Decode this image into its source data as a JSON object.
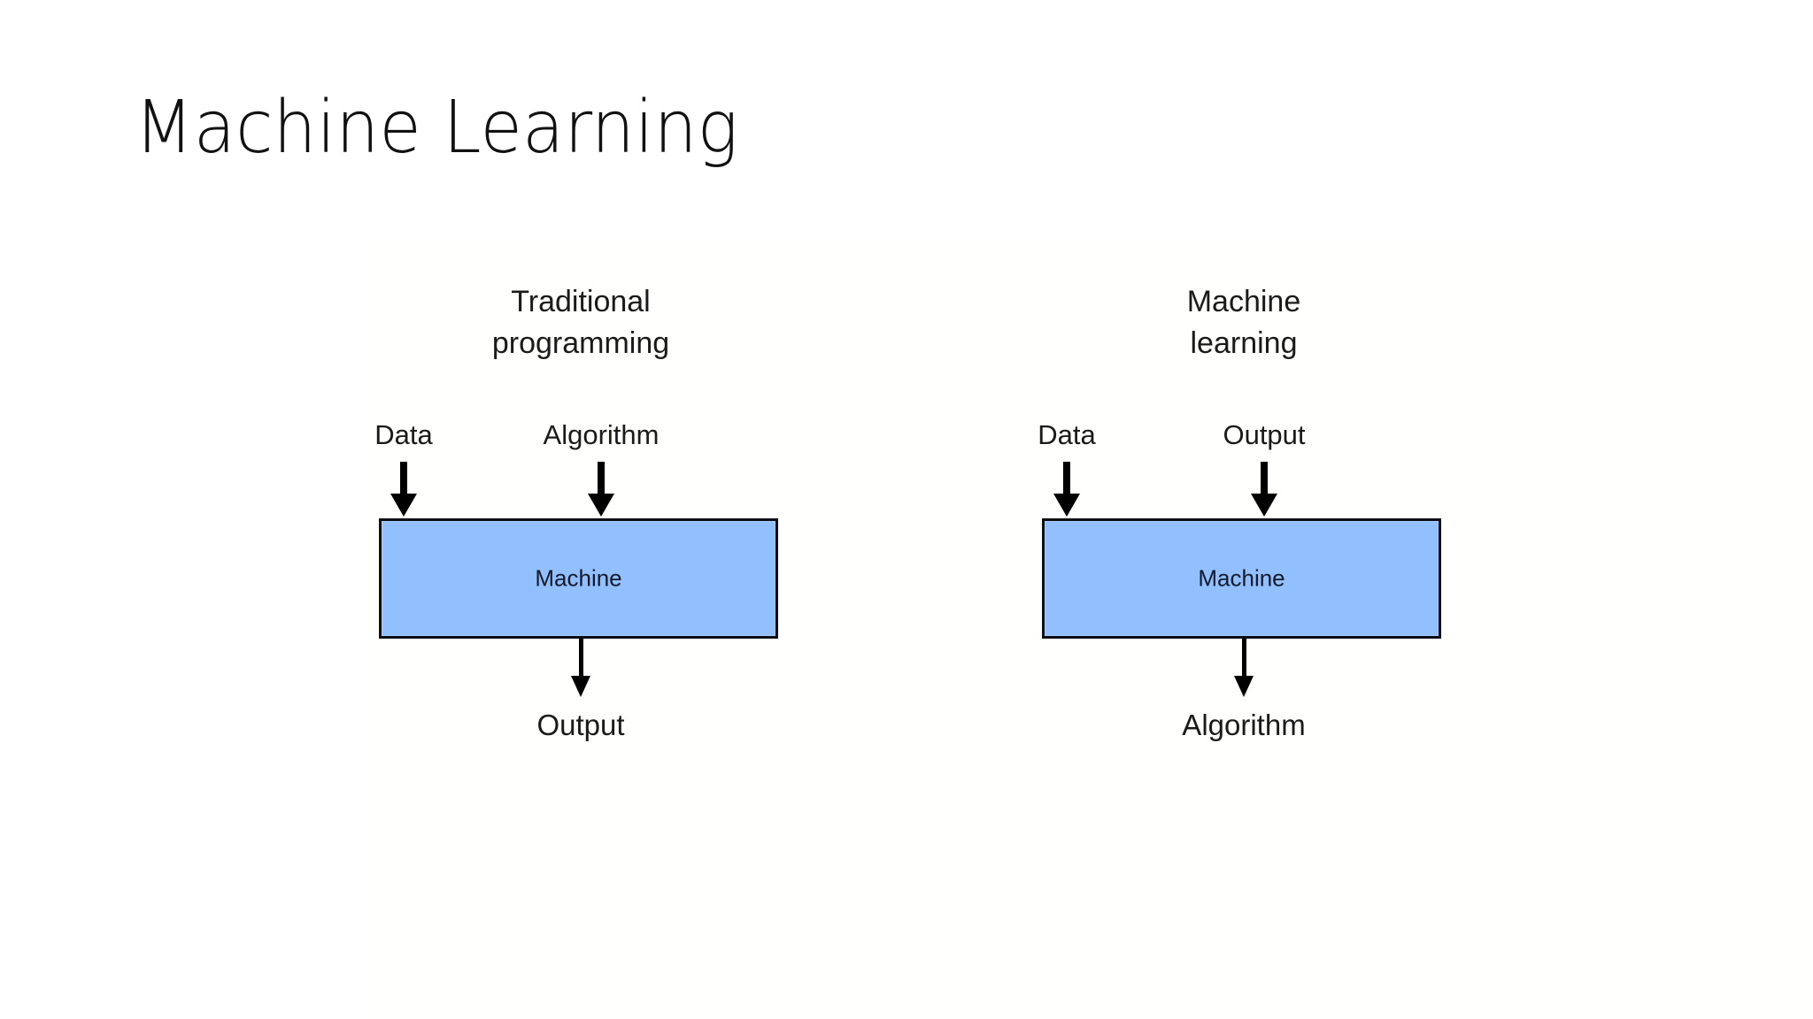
{
  "slide": {
    "title": "Machine Learning",
    "background_color": "#ffffff",
    "title_color": "#111111"
  },
  "theme": {
    "box_fill": "#92bffd",
    "box_border": "#0d0d14",
    "arrow_color": "#000000",
    "label_color": "#1a1a1a",
    "box_label_color": "#141a2b"
  },
  "diagrams": [
    {
      "id": "traditional-programming",
      "heading_line1": "Traditional",
      "heading_line2": "programming",
      "inputs": [
        {
          "label": "Data"
        },
        {
          "label": "Algorithm"
        }
      ],
      "box_label": "Machine",
      "output_label": "Output"
    },
    {
      "id": "machine-learning",
      "heading_line1": "Machine",
      "heading_line2": "learning",
      "inputs": [
        {
          "label": "Data"
        },
        {
          "label": "Output"
        }
      ],
      "box_label": "Machine",
      "output_label": "Algorithm"
    }
  ]
}
